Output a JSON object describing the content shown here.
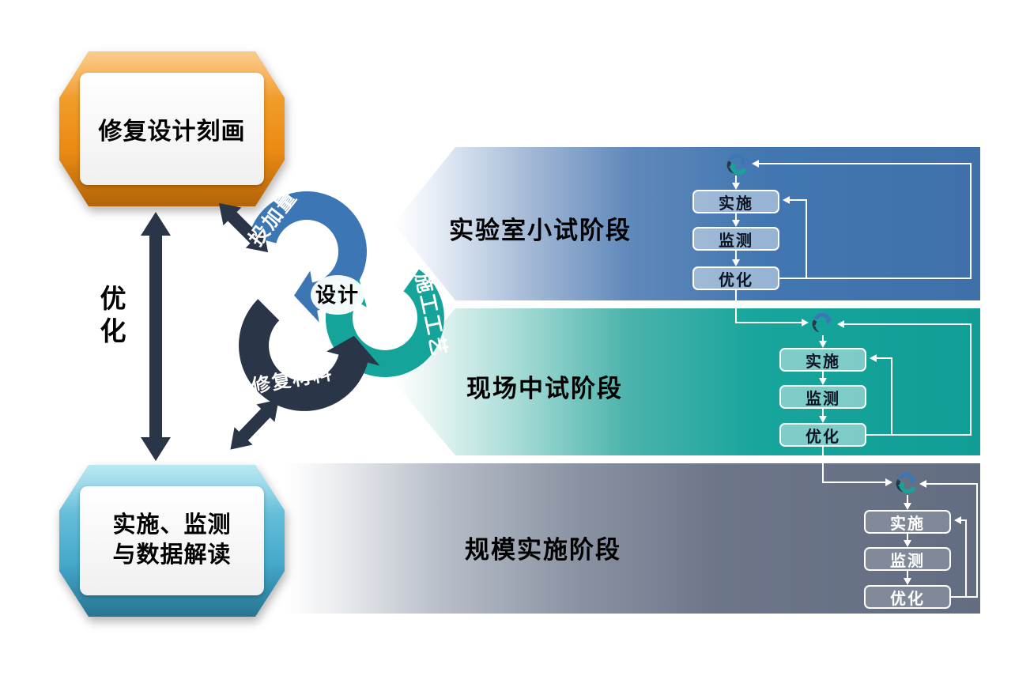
{
  "colors": {
    "orange": "#EE8F1A",
    "teal_box": "#4FAECE",
    "navy": "#2A3547",
    "blue": "#3D76B4",
    "teal": "#14A49A",
    "gray_band": "#6B7487",
    "white": "#FFFFFF"
  },
  "left_column": {
    "top_box_label": "修复设计刻画",
    "optimize_label": "优化",
    "bottom_box_line1": "实施、监测",
    "bottom_box_line2": "与数据解读"
  },
  "cycle": {
    "center_label": "设计",
    "arc_top_label": "投加量",
    "arc_right_label": "施工工艺",
    "arc_bottom_label": "修复材料"
  },
  "stages": [
    {
      "label": "实验室小试阶段",
      "steps": [
        "实施",
        "监测",
        "优化"
      ]
    },
    {
      "label": "现场中试阶段",
      "steps": [
        "实施",
        "监测",
        "优化"
      ]
    },
    {
      "label": "规模实施阶段",
      "steps": [
        "实施",
        "监测",
        "优化"
      ]
    }
  ]
}
